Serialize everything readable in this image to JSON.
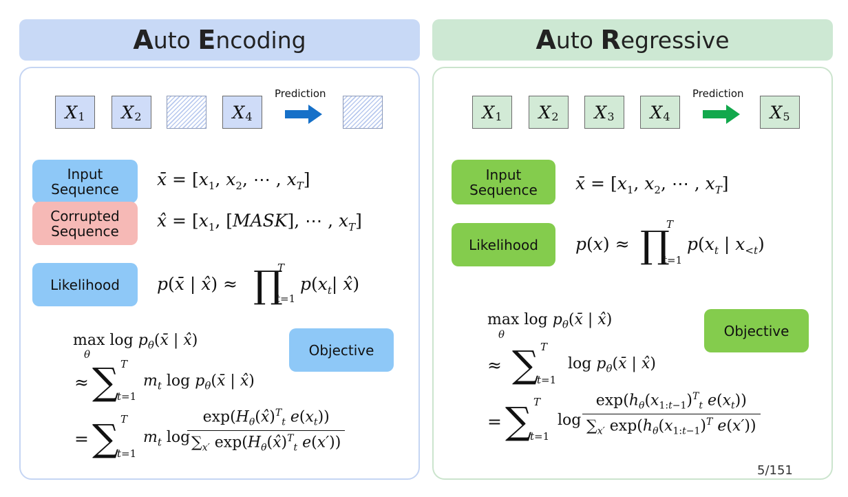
{
  "left": {
    "title_first": "A",
    "title_rest": "uto ",
    "title_first2": "E",
    "title_rest2": "ncoding",
    "tokens": [
      "X",
      "X",
      "X"
    ],
    "token_subs": [
      "1",
      "2",
      "4"
    ],
    "prediction_label": "Prediction",
    "input_label_1": "Input",
    "input_label_2": "Sequence",
    "corrupted_label_1": "Corrupted",
    "corrupted_label_2": "Sequence",
    "likelihood_label": "Likelihood",
    "objective_label": "Objective",
    "accent": "#8ec8f7",
    "header_color": "#c8d9f6",
    "panel_border": "#c5d5f3"
  },
  "right": {
    "title_first": "A",
    "title_rest": "uto ",
    "title_first2": "R",
    "title_rest2": "egressive",
    "tokens": [
      "X",
      "X",
      "X",
      "X",
      "X"
    ],
    "token_subs": [
      "1",
      "2",
      "3",
      "4",
      "5"
    ],
    "prediction_label": "Prediction",
    "input_label_1": "Input",
    "input_label_2": "Sequence",
    "likelihood_label": "Likelihood",
    "objective_label": "Objective",
    "accent": "#84cc4d",
    "header_color": "#cde8d3",
    "panel_border": "#cbe4cd"
  },
  "page_number": "5/151"
}
